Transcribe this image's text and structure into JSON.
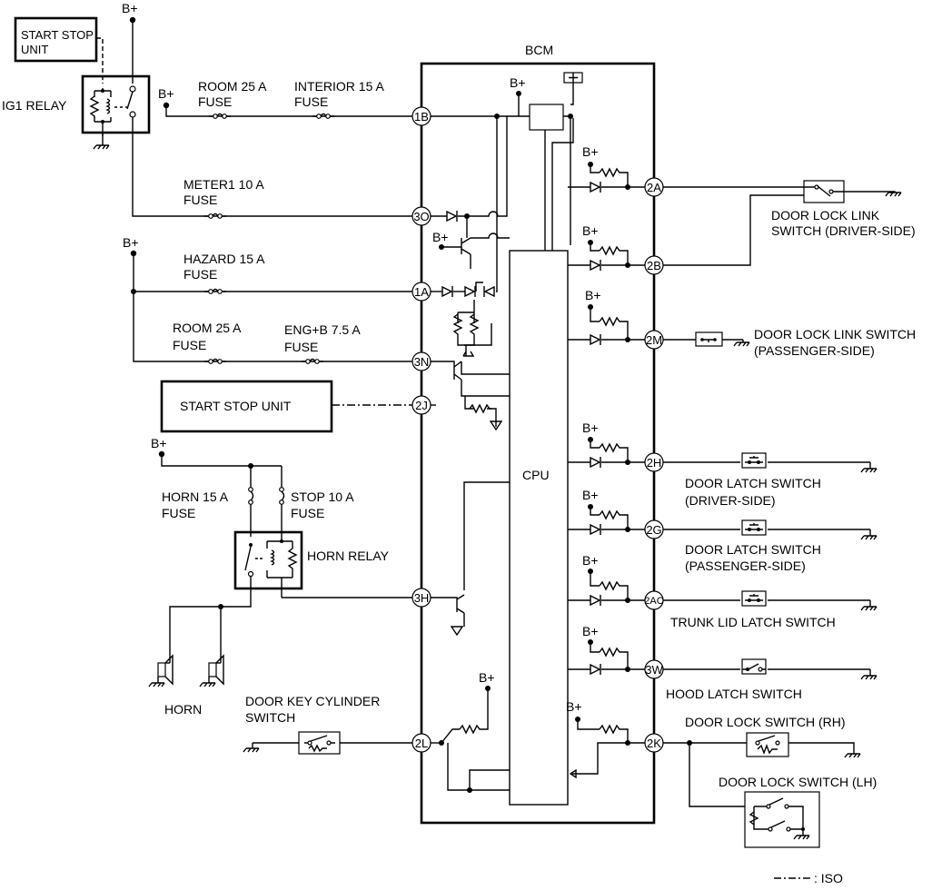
{
  "bcm_label": "BCM",
  "cpu_label": "CPU",
  "bplus": "B+",
  "start_stop_unit_small": [
    "START STOP",
    "UNIT"
  ],
  "ig1_relay": "IG1 RELAY",
  "start_stop_unit": "START STOP UNIT",
  "horn_relay": "HORN RELAY",
  "horn": "HORN",
  "iso_legend": ": ISO",
  "fuses": {
    "room_25a_1": [
      "ROOM 25 A",
      "FUSE"
    ],
    "interior_15a": [
      "INTERIOR 15 A",
      "FUSE"
    ],
    "meter1_10a": [
      "METER1 10 A",
      "FUSE"
    ],
    "hazard_15a": [
      "HAZARD 15 A",
      "FUSE"
    ],
    "room_25a_2": [
      "ROOM 25 A",
      "FUSE"
    ],
    "eng_b_7_5a": [
      "ENG+B 7.5 A",
      "FUSE"
    ],
    "horn_15a": [
      "HORN 15 A",
      "FUSE"
    ],
    "stop_10a": [
      "STOP 10 A",
      "FUSE"
    ]
  },
  "pins": {
    "p1B": "1B",
    "p3O": "3O",
    "p1A": "1A",
    "p3N": "3N",
    "p2J": "2J",
    "p3H": "3H",
    "p2L": "2L",
    "p2A": "2A",
    "p2B": "2B",
    "p2M": "2M",
    "p2H": "2H",
    "p2G": "2G",
    "p2AC": "2AC",
    "p3W": "3W",
    "p2K": "2K"
  },
  "switches": {
    "door_lock_link_driver": [
      "DOOR LOCK LINK",
      "SWITCH (DRIVER-SIDE)"
    ],
    "door_lock_link_passenger": [
      "DOOR LOCK LINK SWITCH",
      "(PASSENGER-SIDE)"
    ],
    "door_latch_driver": [
      "DOOR LATCH SWITCH",
      "(DRIVER-SIDE)"
    ],
    "door_latch_passenger": [
      "DOOR LATCH SWITCH",
      "(PASSENGER-SIDE)"
    ],
    "trunk_lid_latch": "TRUNK LID LATCH SWITCH",
    "hood_latch": "HOOD LATCH SWITCH",
    "door_lock_rh": "DOOR LOCK SWITCH (RH)",
    "door_lock_lh": "DOOR LOCK SWITCH (LH)",
    "door_key_cylinder": [
      "DOOR KEY CYLINDER",
      "SWITCH"
    ]
  }
}
